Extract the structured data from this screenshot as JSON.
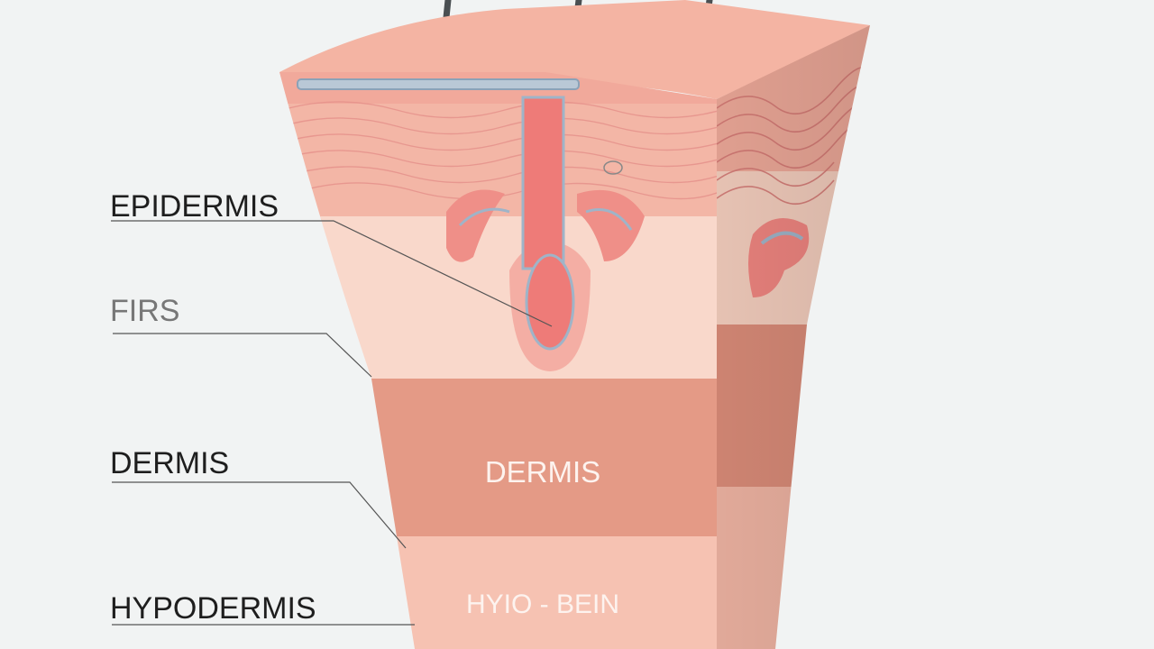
{
  "diagram": {
    "labels": {
      "epidermis": "EPIDERMIS",
      "firs": "FIRS",
      "dermis": "DERMIS",
      "hypodermis": "HYPODERMIS"
    },
    "layer_texts": {
      "dermis": "DERMIS",
      "hypodermis": "HYIO - BEIN"
    },
    "colors": {
      "background": "#f1f3f3",
      "epidermis": "#f3b6a6",
      "upper_dermis": "#f9d8cb",
      "dermis_band": "#e49a86",
      "hypodermis": "#f6c2b2",
      "follicle": "#ee7b78",
      "vessel": "#9fb4c8",
      "hair": "#4a4f52",
      "label_text": "#1e1e1e",
      "muted_label_text": "#777777",
      "leader_line": "#555555"
    }
  }
}
